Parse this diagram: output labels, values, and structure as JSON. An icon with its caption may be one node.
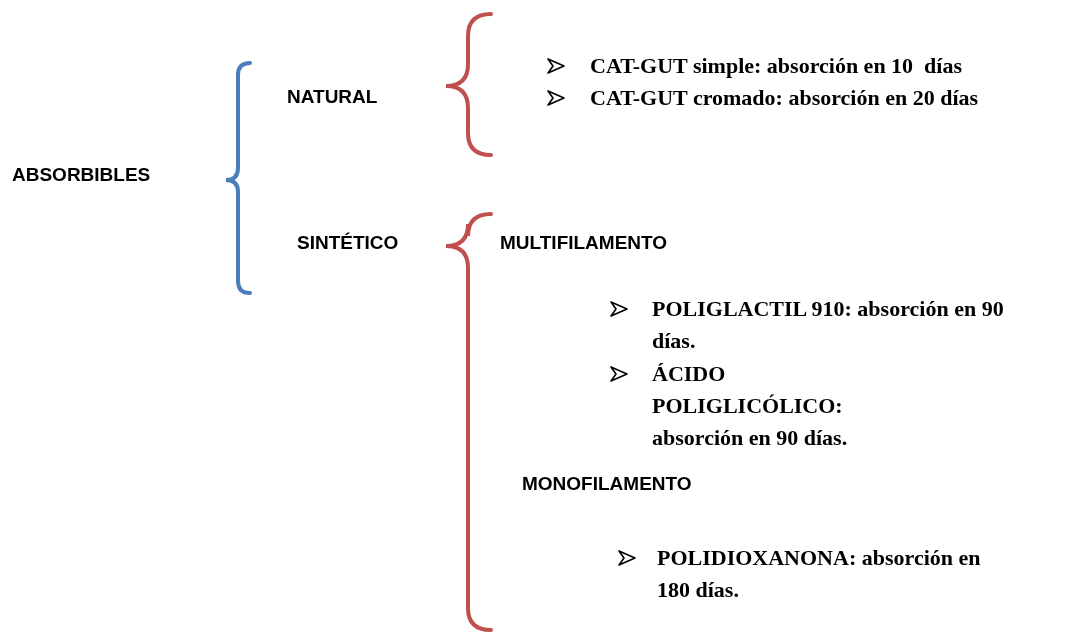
{
  "diagram": {
    "labels": [
      "ABSORBIBLES",
      "NATURAL",
      "CAT-GUT simple: absorción en 10  días",
      "CAT-GUT cromado: absorción en 20 días",
      "SINTÉTICO",
      "MULTIFILAMENTO",
      "POLIGLACTIL 910: absorción en 90 días.",
      "ÁCIDO POLIGLICÓLICO: absorción en 90 días.",
      "MONOFILAMENTO",
      "POLIDIOXANONA: absorción en 180 días."
    ]
  }
}
